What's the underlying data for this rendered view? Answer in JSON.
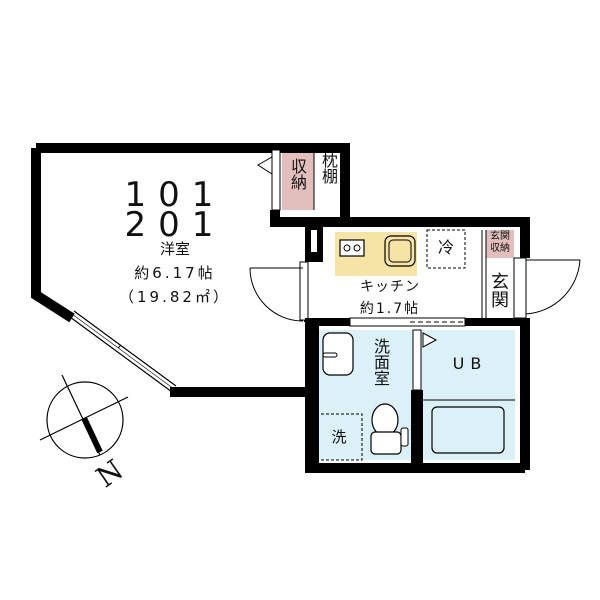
{
  "floorplan": {
    "unit_numbers": [
      "101",
      "201"
    ],
    "rooms": {
      "western_room": {
        "name": "洋室",
        "size_jo": "約6.17帖",
        "area": "（19.82㎡）"
      },
      "storage": {
        "label": "収納"
      },
      "pillow_shelf": {
        "label": "枕棚"
      },
      "kitchen": {
        "name": "キッチン",
        "size_jo": "約1.7帖",
        "fridge": "冷"
      },
      "entrance_storage": {
        "label": "玄関収納"
      },
      "entrance": {
        "label": "玄関"
      },
      "washroom": {
        "label": "洗面室",
        "washer": "洗"
      },
      "unit_bath": {
        "label": "UB"
      }
    },
    "compass": {
      "label": "N"
    },
    "colors": {
      "wall": "#000000",
      "storage": "#e2bfbd",
      "kitchen": "#f6e3a6",
      "wet_area": "#dcf0f8"
    }
  }
}
